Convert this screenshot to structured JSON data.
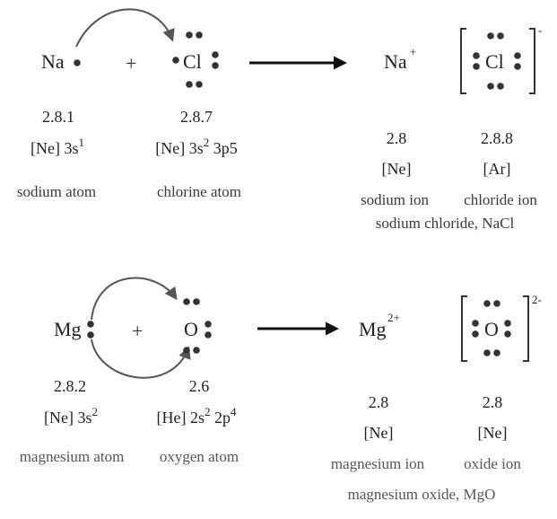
{
  "sodium_chloride": {
    "reactant1": {
      "symbol": "Na",
      "config": "2.8.1",
      "electron_pre": "[Ne] 3s",
      "electron_sup": "1",
      "name": "sodium atom"
    },
    "plus": "+",
    "reactant2": {
      "symbol": "Cl",
      "config": "2.8.7",
      "electron_pre": "[Ne] 3s",
      "electron_sup": "2",
      "electron_post": " 3p5",
      "name": "chlorine atom"
    },
    "product1": {
      "symbol": "Na",
      "charge": "+",
      "config": "2.8",
      "electron": "[Ne]",
      "name": "sodium ion"
    },
    "product2": {
      "symbol": "Cl",
      "charge": "-",
      "config": "2.8.8",
      "electron": "[Ar]",
      "name": "chloride ion"
    },
    "compound": "sodium chloride, NaCl"
  },
  "magnesium_oxide": {
    "reactant1": {
      "symbol": "Mg",
      "config": "2.8.2",
      "electron_pre": "[Ne] 3s",
      "electron_sup": "2",
      "name": "magnesium atom"
    },
    "plus": "+",
    "reactant2": {
      "symbol": "O",
      "config": "2.6",
      "electron_pre": "[He] 2s",
      "electron_sup": "2",
      "electron_mid": " 2p",
      "electron_sup2": "4",
      "name": "oxygen atom"
    },
    "product1": {
      "symbol": "Mg",
      "charge": "2+",
      "config": "2.8",
      "electron": "[Ne]",
      "name": "magnesium ion"
    },
    "product2": {
      "symbol": "O",
      "charge": "2-",
      "config": "2.8",
      "electron": "[Ne]",
      "name": "oxide ion"
    },
    "compound": "magnesium oxide, MgO"
  }
}
